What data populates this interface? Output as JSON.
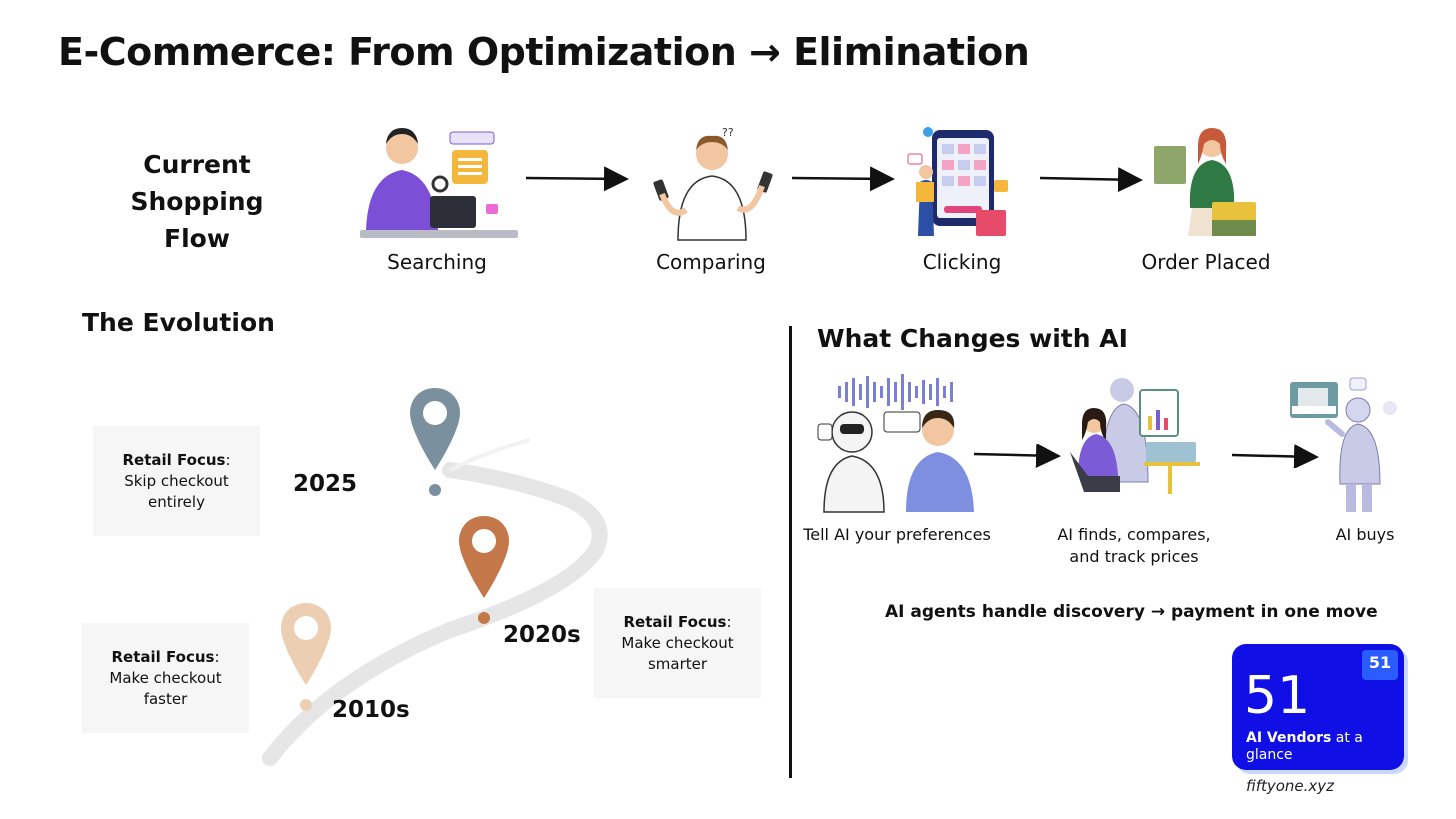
{
  "title": "E-Commerce: From Optimization → Elimination",
  "flow": {
    "heading": [
      "Current",
      "Shopping",
      "Flow"
    ],
    "steps": [
      "Searching",
      "Comparing",
      "Clicking",
      "Order Placed"
    ]
  },
  "evolution": {
    "title": "The Evolution",
    "eras": [
      {
        "year": "2025",
        "focus_label": "Retail Focus",
        "focus_text": "Skip checkout entirely"
      },
      {
        "year": "2020s",
        "focus_label": "Retail Focus",
        "focus_text": "Make checkout smarter"
      },
      {
        "year": "2010s",
        "focus_label": "Retail Focus",
        "focus_text": "Make checkout faster"
      }
    ],
    "pin_colors": {
      "2025": "#7a909e",
      "2020s": "#c4784a",
      "2010s": "#eccfb2"
    }
  },
  "ai_changes": {
    "title": "What Changes with AI",
    "steps": [
      {
        "label_lines": [
          "Tell AI your preferences"
        ]
      },
      {
        "label_lines": [
          "AI finds, compares,",
          "and track prices"
        ]
      },
      {
        "label_lines": [
          "AI buys"
        ]
      }
    ],
    "summary": "AI agents handle discovery → payment in one move"
  },
  "vendor_card": {
    "number": "51",
    "text_bold": "AI Vendors",
    "text_rest": " at a glance",
    "logo": "51",
    "url": "fiftyone.xyz"
  },
  "colors": {
    "card_blue": "#1010e6",
    "accent_purple": "#7b5cd6"
  }
}
